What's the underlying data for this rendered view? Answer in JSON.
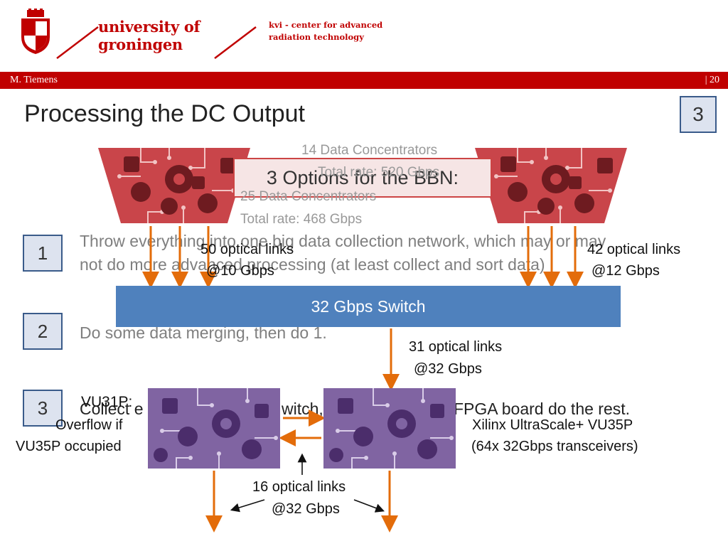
{
  "header": {
    "university_line1": "university of",
    "university_line2": "groningen",
    "kvi_line1": "kvi - center for advanced",
    "kvi_line2": "radiation technology",
    "author": "M. Tiemens",
    "page": "| 20"
  },
  "slide": {
    "title": "Processing the DC Output",
    "badge": "3"
  },
  "banner": {
    "text": "3 Options for the BBN:"
  },
  "concentrators": {
    "top_count": "14 Data Concentrators",
    "top_rate": "Total rate: 520 Gbps",
    "bottom_count": "25 Data Concentrators",
    "bottom_rate": "Total rate: 468 Gbps"
  },
  "options": [
    {
      "number": "1",
      "line1": "Throw everything into one big data collection network, which may or may",
      "line2": "not do more advanced processing (at least collect and sort data)"
    },
    {
      "number": "2",
      "line1": "Do some data merging, then do 1."
    },
    {
      "number": "3",
      "line1": "Collect e",
      "line1b": "witch,",
      "line2": "FPGA board do the rest."
    }
  ],
  "links": {
    "left_links": "50 optical links",
    "left_speed": "@10 Gbps",
    "right_links": "42 optical links",
    "right_speed": "@12 Gbps",
    "switch_label": "32 Gbps Switch",
    "down_links": "31 optical links",
    "down_speed": "@32 Gbps",
    "vu31p": "VU31P:",
    "overflow1": "Overflow if",
    "overflow2": "VU35P occupied",
    "xilinx1": "Xilinx UltraScale+ VU35P",
    "xilinx2": "(64x 32Gbps transceivers)",
    "bottom_links": "16 optical links",
    "bottom_speed": "@32 Gbps"
  },
  "colors": {
    "brand_red": "#c00000",
    "dc_red": "#c9454a",
    "fpga_purple": "#8064a2",
    "switch_blue": "#4f81bd",
    "arrow_orange": "#e36c0a"
  },
  "icons": {
    "crest": "university-crest-icon",
    "dc_chip": "data-concentrator-chip-icon",
    "fpga_chip": "fpga-chip-icon"
  }
}
